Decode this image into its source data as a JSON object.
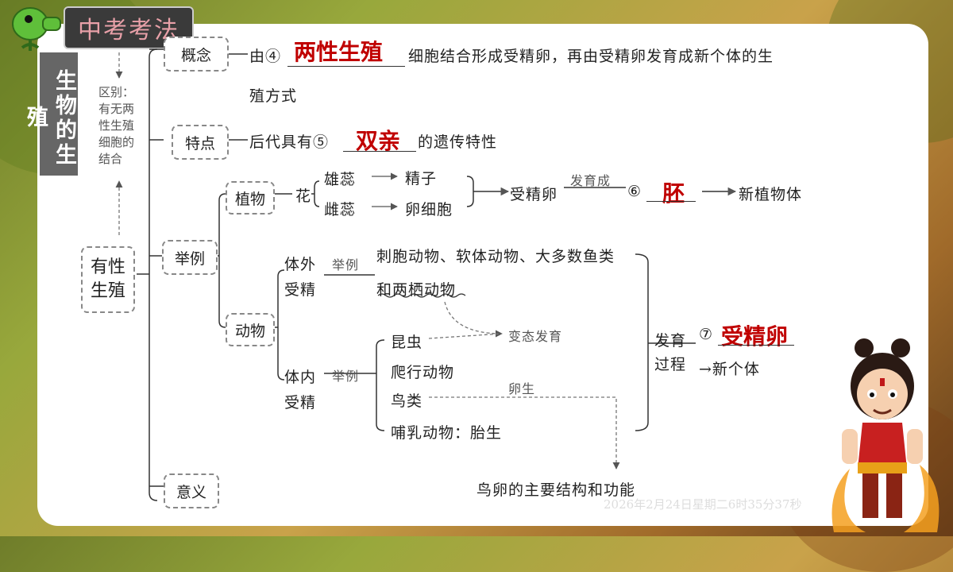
{
  "header": {
    "title": "中考考法"
  },
  "sidebar": {
    "label": "生物的生殖"
  },
  "note": {
    "line1": "区别：",
    "line2": "有无两",
    "line3": "性生殖",
    "line4": "细胞的",
    "line5": "结合"
  },
  "root": {
    "label": "有性生殖"
  },
  "branches": {
    "concept": "概念",
    "feature": "特点",
    "example": "举例",
    "meaning": "意义"
  },
  "concept": {
    "prefix": "由④",
    "answer": "两性生殖",
    "suffix": "细胞结合形成受精卵，再由受精卵发育成新个体的生",
    "line2": "殖方式"
  },
  "feature": {
    "prefix": "后代具有⑤",
    "answer": "双亲",
    "suffix": "的遗传特性"
  },
  "plant": {
    "label": "植物",
    "flower": "花",
    "stamen": "雄蕊",
    "sperm": "精子",
    "pistil": "雌蕊",
    "egg": "卵细胞",
    "zygote": "受精卵",
    "develop": "发育成",
    "num": "⑥",
    "answer": "胚",
    "result": "新植物体"
  },
  "animal": {
    "label": "动物",
    "external_a": "体外",
    "external_b": "受精",
    "example_tag": "举例",
    "ext_list1": "刺胞动物、软体动物、大多数鱼类",
    "ext_list2": "和两栖动物",
    "metamorphosis": "变态发育",
    "internal_a": "体内",
    "internal_b": "受精",
    "example_tag2": "举例",
    "insect": "昆虫",
    "reptile": "爬行动物",
    "oviparous": "卵生",
    "bird": "鸟类",
    "mammal": "哺乳动物：胎生",
    "process_a": "发育",
    "process_b": "过程",
    "num": "⑦",
    "answer": "受精卵",
    "result": "→新个体",
    "egg_structure": "鸟卵的主要结构和功能"
  },
  "timestamp": "2026年2月24日星期二6时35分37秒"
}
